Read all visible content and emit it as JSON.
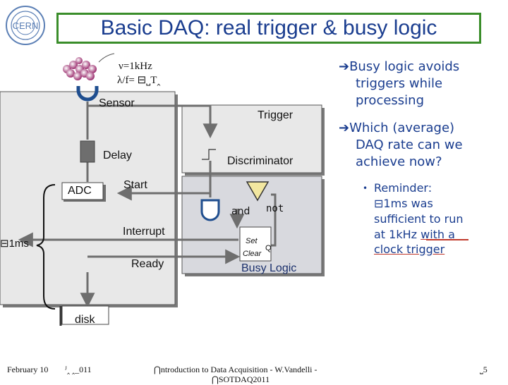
{
  "title": "Basic DAQ: real trigger & busy logic",
  "diagram": {
    "rate_label": "ν=1kHz",
    "rate_sub_label": "λ/f= ⊟⎵Τ‸",
    "sensor": "Sensor",
    "trigger_box": "Trigger",
    "delay": "Delay",
    "discriminator": "Discriminator",
    "adc": "ADC",
    "start": "Start",
    "and_label": "and",
    "not_label": "not",
    "interrupt": "Interrupt",
    "time_label": "⊟1ms",
    "set_label": "Set",
    "clear_label": "Clear",
    "q_label": "Q",
    "ready": "Ready",
    "busy_logic": "Busy Logic",
    "disk": "disk"
  },
  "bullets": {
    "b1_l1": "➔Busy logic avoids",
    "b1_l2": "triggers while",
    "b1_l3": "processing",
    "b2_l1": "➔Which (average)",
    "b2_l2": "DAQ rate can we",
    "b2_l3": "achieve now?",
    "b3_bullet": "•",
    "b3_l1": "Reminder:",
    "b3_l2": "⊟1ms was",
    "b3_l3": "sufficient to run",
    "b3_l4a": "at 1kHz ",
    "b3_l4b": "with a",
    "b3_l5": "clock trigger"
  },
  "footer": {
    "date": "February 10",
    "year": "ᴶ‸ ‸_011",
    "center": "⋂ntroduction to Data Acquisition - W.Vandelli -",
    "center2": "⋂SOTDAQ2011",
    "page": "⎵5"
  },
  "colors": {
    "title_border": "#3a8d2a",
    "title_text": "#1a3d8f",
    "bullet_text": "#1a3d8f",
    "panel_fill": "#e8e8e8",
    "panel_shadow": "#7a7a7a",
    "component_fill": "#6e6e6e",
    "busy_logic_fill": "#d8d9de",
    "not_gate_fill": "#f2e7a0",
    "annotation_underline": "#c0392b"
  }
}
